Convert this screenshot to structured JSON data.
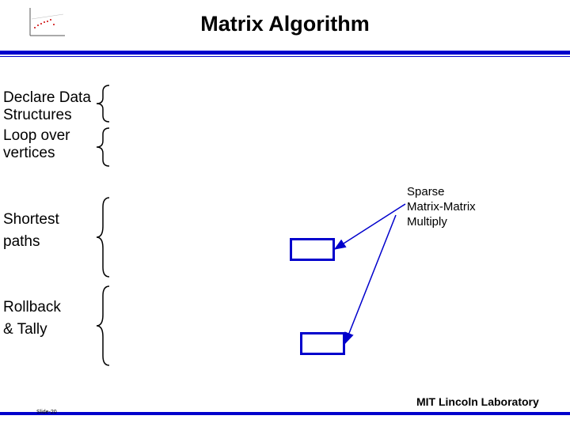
{
  "title": "Matrix Algorithm",
  "left_labels": [
    {
      "line1": "Declare Data",
      "line2": "Structures"
    },
    {
      "line1": "Loop over",
      "line2": "vertices"
    },
    {
      "line1": "Shortest",
      "line2": "paths"
    },
    {
      "line1": "Rollback",
      "line2": "& Tally"
    }
  ],
  "callout": {
    "line1": "Sparse",
    "line2": "Matrix-Matrix",
    "line3": "Multiply"
  },
  "footer": {
    "lab": "MIT Lincoln Laboratory",
    "slide": "Slide-20"
  },
  "colors": {
    "accent": "#0000cc"
  }
}
